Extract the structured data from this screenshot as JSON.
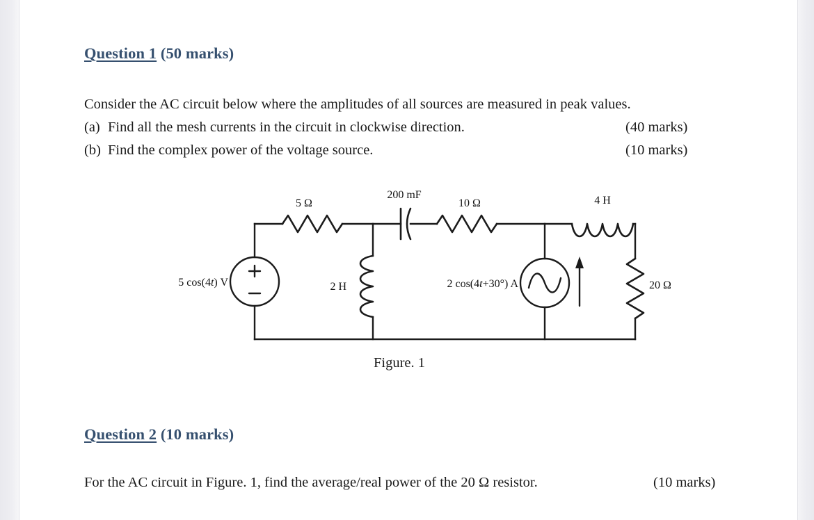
{
  "document": {
    "question1": {
      "heading_number": "Question 1",
      "heading_marks": " (50 marks)",
      "intro": "Consider the AC circuit below where the amplitudes of all sources are measured in peak values.",
      "items": [
        {
          "label": "(a)",
          "text": "Find all the mesh currents in the circuit in clockwise direction.",
          "marks": "(40 marks)"
        },
        {
          "label": "(b)",
          "text": "Find the complex power of the voltage source.",
          "marks": "(10 marks)"
        }
      ],
      "figure_caption": "Figure. 1"
    },
    "question2": {
      "heading_number": "Question 2",
      "heading_marks": " (10 marks)",
      "text": "For the AC circuit in Figure. 1, find the average/real power of the 20 Ω resistor.",
      "marks": "(10 marks)"
    }
  },
  "figure": {
    "caption": "Figure. 1",
    "components": {
      "voltage_source": {
        "label": "5 cos(4",
        "label_italic": "t",
        "label_tail": ") V",
        "plus": "+",
        "minus": "–"
      },
      "resistor_5": "5 Ω",
      "capacitor_200mf": "200 mF",
      "resistor_10": "10 Ω",
      "inductor_4h": "4 H",
      "inductor_2h": "2 H",
      "current_source": {
        "label": "2 cos(4",
        "label_italic": "t",
        "label_tail": "+30°) A"
      },
      "resistor_20": "20 Ω"
    }
  },
  "colors": {
    "heading": "#36506f",
    "body_text": "#1a1a1a",
    "wire": "#1b1b1b",
    "page_background": "#ffffff",
    "app_background": "#ebebef"
  }
}
